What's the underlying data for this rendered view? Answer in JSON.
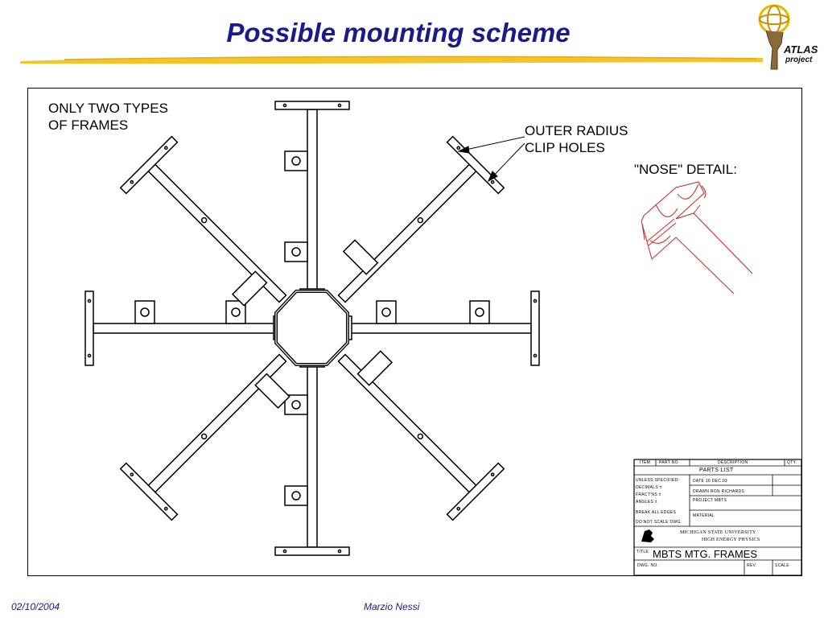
{
  "header": {
    "title": "Possible mounting scheme",
    "logo_text": [
      "ATLAS",
      "project"
    ]
  },
  "drawing": {
    "label_frames": [
      "ONLY TWO TYPES",
      "OF FRAMES"
    ],
    "label_clips": [
      "OUTER RADIUS",
      "CLIP HOLES"
    ],
    "label_nose": "\"NOSE\" DETAIL:",
    "colors": {
      "title": "#1a1a8c",
      "accent": "#f0c020",
      "detail": "#d42020",
      "line": "#000000"
    }
  },
  "title_block": {
    "col_item": "ITEM",
    "col_part": "PART NO.",
    "col_desc": "DESCRIPTION",
    "col_qty": "QTY.",
    "parts_list": "PARTS LIST",
    "spec": [
      "UNLESS SPECIFIED:",
      "DECIMALS ±",
      "FRACT'NS ±",
      "ANGLES ±"
    ],
    "break_edges": "BREAK ALL EDGES",
    "no_scale": "DO NOT SCALE DWG.",
    "date": "DATE  16 DEC 03",
    "drawn": "DRAWN  RON RICHARDS",
    "project": "PROJECT  MBTS",
    "material": "MATERIAL",
    "university": "MICHIGAN STATE UNIVERSITY",
    "dept": "HIGH ENERGY PHYSICS",
    "title_lbl": "TITLE",
    "title_val": "MBTS MTG.  FRAMES",
    "dwg_no": "DWG. NO.",
    "rev": "REV.",
    "scale": "SCALE"
  },
  "footer": {
    "date": "02/10/2004",
    "author": "Marzio Nessi"
  }
}
